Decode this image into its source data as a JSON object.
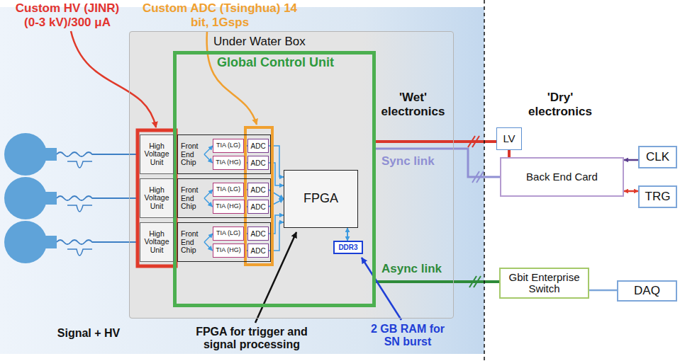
{
  "diagram": {
    "nodes": [
      {
        "text": [
          "Under Water Box"
        ]
      },
      {
        "text": [
          "Global Control Unit"
        ],
        "in": 0
      },
      {
        "text": [
          "High Voltage Unit"
        ],
        "in": 0
      },
      {
        "text": [
          "High Voltage Unit"
        ],
        "in": 0
      },
      {
        "text": [
          "High Voltage Unit"
        ],
        "in": 0
      },
      {
        "text": [
          "Front End Chip"
        ],
        "in": 1
      },
      {
        "text": [
          "TIA (LG)"
        ],
        "in": 5
      },
      {
        "text": [
          "TIA (HG)"
        ],
        "in": 5
      },
      {
        "text": [
          "ADC"
        ],
        "in": 5
      },
      {
        "text": [
          "ADC"
        ],
        "in": 5
      },
      {
        "text": [
          "Front End Chip"
        ],
        "in": 1
      },
      {
        "text": [
          "TIA (LG)"
        ],
        "in": 10
      },
      {
        "text": [
          "TIA (HG)"
        ],
        "in": 10
      },
      {
        "text": [
          "ADC"
        ],
        "in": 10
      },
      {
        "text": [
          "ADC"
        ],
        "in": 10
      },
      {
        "text": [
          "Front End Chip"
        ],
        "in": 1
      },
      {
        "text": [
          "TIA (LG)"
        ],
        "in": 15
      },
      {
        "text": [
          "TIA (HG)"
        ],
        "in": 15
      },
      {
        "text": [
          "ADC"
        ],
        "in": 15
      },
      {
        "text": [
          "ADC"
        ],
        "in": 15
      },
      {
        "text": [
          "FPGA"
        ],
        "in": 1
      },
      {
        "text": [
          "DDR3"
        ],
        "in": 1
      },
      {
        "text": [
          "LV"
        ]
      },
      {
        "text": [
          "Back End Card"
        ]
      },
      {
        "text": [
          "CLK"
        ]
      },
      {
        "text": [
          "TRG"
        ]
      },
      {
        "text": [
          "Gbit Enterprise Switch"
        ]
      },
      {
        "text": [
          "DAQ"
        ]
      }
    ],
    "edges": [
      {
        "from": 2,
        "to": 5,
        "arrow": "none"
      },
      {
        "from": 3,
        "to": 10,
        "arrow": "none"
      },
      {
        "from": 4,
        "to": 15,
        "arrow": "none"
      },
      {
        "from": 5,
        "to": 6,
        "arrow": "to"
      },
      {
        "from": 5,
        "to": 7,
        "arrow": "to"
      },
      {
        "from": 6,
        "to": 8,
        "arrow": "to"
      },
      {
        "from": 7,
        "to": 9,
        "arrow": "to"
      },
      {
        "from": 8,
        "to": 20,
        "arrow": "to"
      },
      {
        "from": 9,
        "to": 20,
        "arrow": "to"
      },
      {
        "from": 10,
        "to": 11,
        "arrow": "to"
      },
      {
        "from": 10,
        "to": 12,
        "arrow": "to"
      },
      {
        "from": 11,
        "to": 13,
        "arrow": "to"
      },
      {
        "from": 12,
        "to": 14,
        "arrow": "to"
      },
      {
        "from": 13,
        "to": 20,
        "arrow": "to"
      },
      {
        "from": 14,
        "to": 20,
        "arrow": "to"
      },
      {
        "from": 15,
        "to": 16,
        "arrow": "to"
      },
      {
        "from": 15,
        "to": 17,
        "arrow": "to"
      },
      {
        "from": 16,
        "to": 18,
        "arrow": "to"
      },
      {
        "from": 17,
        "to": 19,
        "arrow": "to"
      },
      {
        "from": 18,
        "to": 20,
        "arrow": "to"
      },
      {
        "from": 19,
        "to": 20,
        "arrow": "to"
      },
      {
        "from": 20,
        "to": 21,
        "arrow": "both"
      },
      {
        "from": 1,
        "to": 22,
        "arrow": "none"
      },
      {
        "from": 22,
        "to": 23,
        "arrow": "none"
      },
      {
        "from": 1,
        "to": 23,
        "arrow": "none",
        "label": "Sync link"
      },
      {
        "from": 1,
        "to": 26,
        "arrow": "none",
        "label": "Async link"
      },
      {
        "from": 24,
        "to": 23,
        "arrow": "to"
      },
      {
        "from": 25,
        "to": 23,
        "arrow": "both"
      },
      {
        "from": 26,
        "to": 27,
        "arrow": "none"
      }
    ],
    "labels": [
      "Custom HV (JINR) (0-3 kV)/300 μA",
      "Custom ADC (Tsinghua) 14 bit, 1Gsps",
      "'Wet' electronics",
      "'Dry' electronics",
      "FPGA for trigger and signal processing",
      "2 GB RAM for SN burst",
      "Signal + HV"
    ]
  }
}
